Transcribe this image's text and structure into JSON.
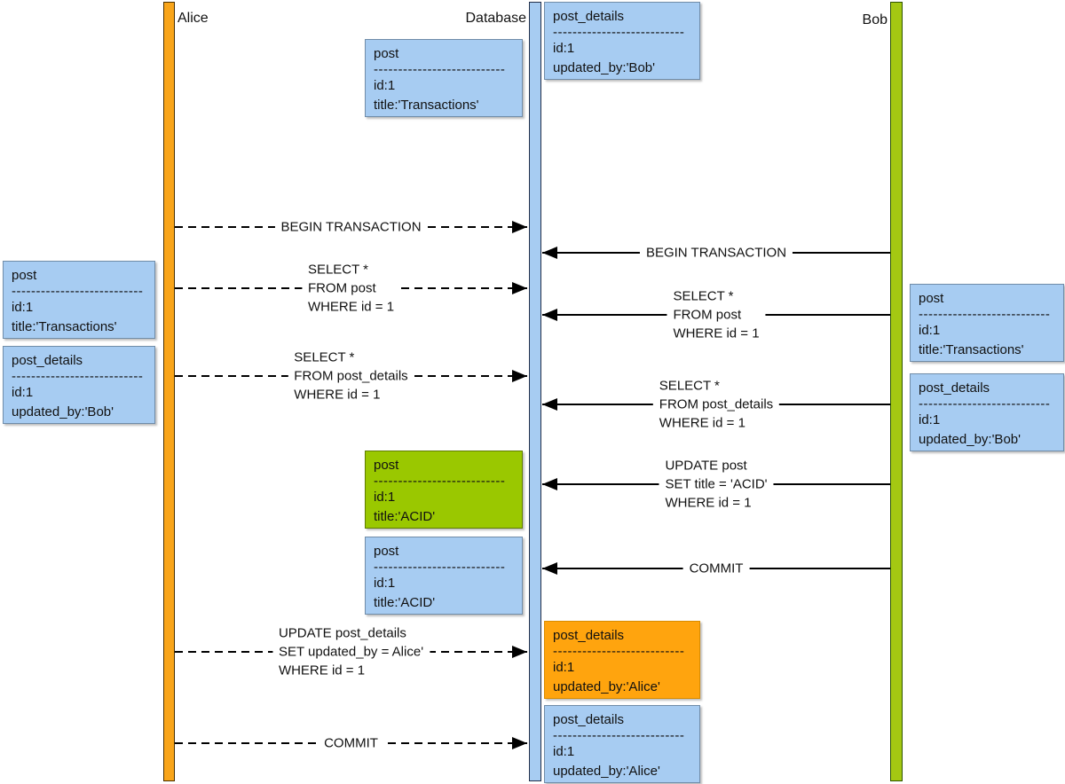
{
  "participants": {
    "alice": {
      "label": "Alice",
      "color": "#F9A51A"
    },
    "database": {
      "label": "Database",
      "color": "#A7CCF2"
    },
    "bob": {
      "label": "Bob",
      "color": "#A4C812"
    }
  },
  "sep": "---------------------------",
  "colors": {
    "note_blue": "#A7CCF2",
    "note_green": "#9AC800",
    "note_orange": "#FFA40E",
    "arrow": "#000000"
  },
  "notes": [
    {
      "title": "post",
      "rows": [
        "id:1",
        "title:'Transactions'"
      ],
      "color": "blue"
    },
    {
      "title": "post_details",
      "rows": [
        "id:1",
        "updated_by:'Bob'"
      ],
      "color": "blue"
    },
    {
      "title": "post",
      "rows": [
        "id:1",
        "title:'Transactions'"
      ],
      "color": "blue"
    },
    {
      "title": "post_details",
      "rows": [
        "id:1",
        "updated_by:'Bob'"
      ],
      "color": "blue"
    },
    {
      "title": "post",
      "rows": [
        "id:1",
        "title:'Transactions'"
      ],
      "color": "blue"
    },
    {
      "title": "post_details",
      "rows": [
        "id:1",
        "updated_by:'Bob'"
      ],
      "color": "blue"
    },
    {
      "title": "post",
      "rows": [
        "id:1",
        "title:'ACID'"
      ],
      "color": "green"
    },
    {
      "title": "post",
      "rows": [
        "id:1",
        "title:'ACID'"
      ],
      "color": "blue"
    },
    {
      "title": "post_details",
      "rows": [
        "id:1",
        "updated_by:'Alice'"
      ],
      "color": "orange"
    },
    {
      "title": "post_details",
      "rows": [
        "id:1",
        "updated_by:'Alice'"
      ],
      "color": "blue"
    }
  ],
  "messages": [
    {
      "from": "Alice",
      "to": "Database",
      "style": "dashed",
      "lines": [
        "BEGIN TRANSACTION"
      ]
    },
    {
      "from": "Bob",
      "to": "Database",
      "style": "solid",
      "lines": [
        "BEGIN TRANSACTION"
      ]
    },
    {
      "from": "Alice",
      "to": "Database",
      "style": "dashed",
      "lines": [
        "SELECT *",
        "FROM post",
        "WHERE id = 1"
      ]
    },
    {
      "from": "Bob",
      "to": "Database",
      "style": "solid",
      "lines": [
        "SELECT *",
        "FROM post",
        "WHERE id = 1"
      ]
    },
    {
      "from": "Alice",
      "to": "Database",
      "style": "dashed",
      "lines": [
        "SELECT *",
        "FROM post_details",
        "WHERE id = 1"
      ]
    },
    {
      "from": "Bob",
      "to": "Database",
      "style": "solid",
      "lines": [
        "SELECT *",
        "FROM post_details",
        "WHERE id = 1"
      ]
    },
    {
      "from": "Bob",
      "to": "Database",
      "style": "solid",
      "lines": [
        "UPDATE post",
        "SET title = 'ACID'",
        "WHERE id = 1"
      ]
    },
    {
      "from": "Bob",
      "to": "Database",
      "style": "solid",
      "lines": [
        "COMMIT"
      ]
    },
    {
      "from": "Alice",
      "to": "Database",
      "style": "dashed",
      "lines": [
        "UPDATE post_details",
        "SET updated_by = Alice'",
        "WHERE id = 1"
      ]
    },
    {
      "from": "Alice",
      "to": "Database",
      "style": "dashed",
      "lines": [
        "COMMIT"
      ]
    }
  ]
}
